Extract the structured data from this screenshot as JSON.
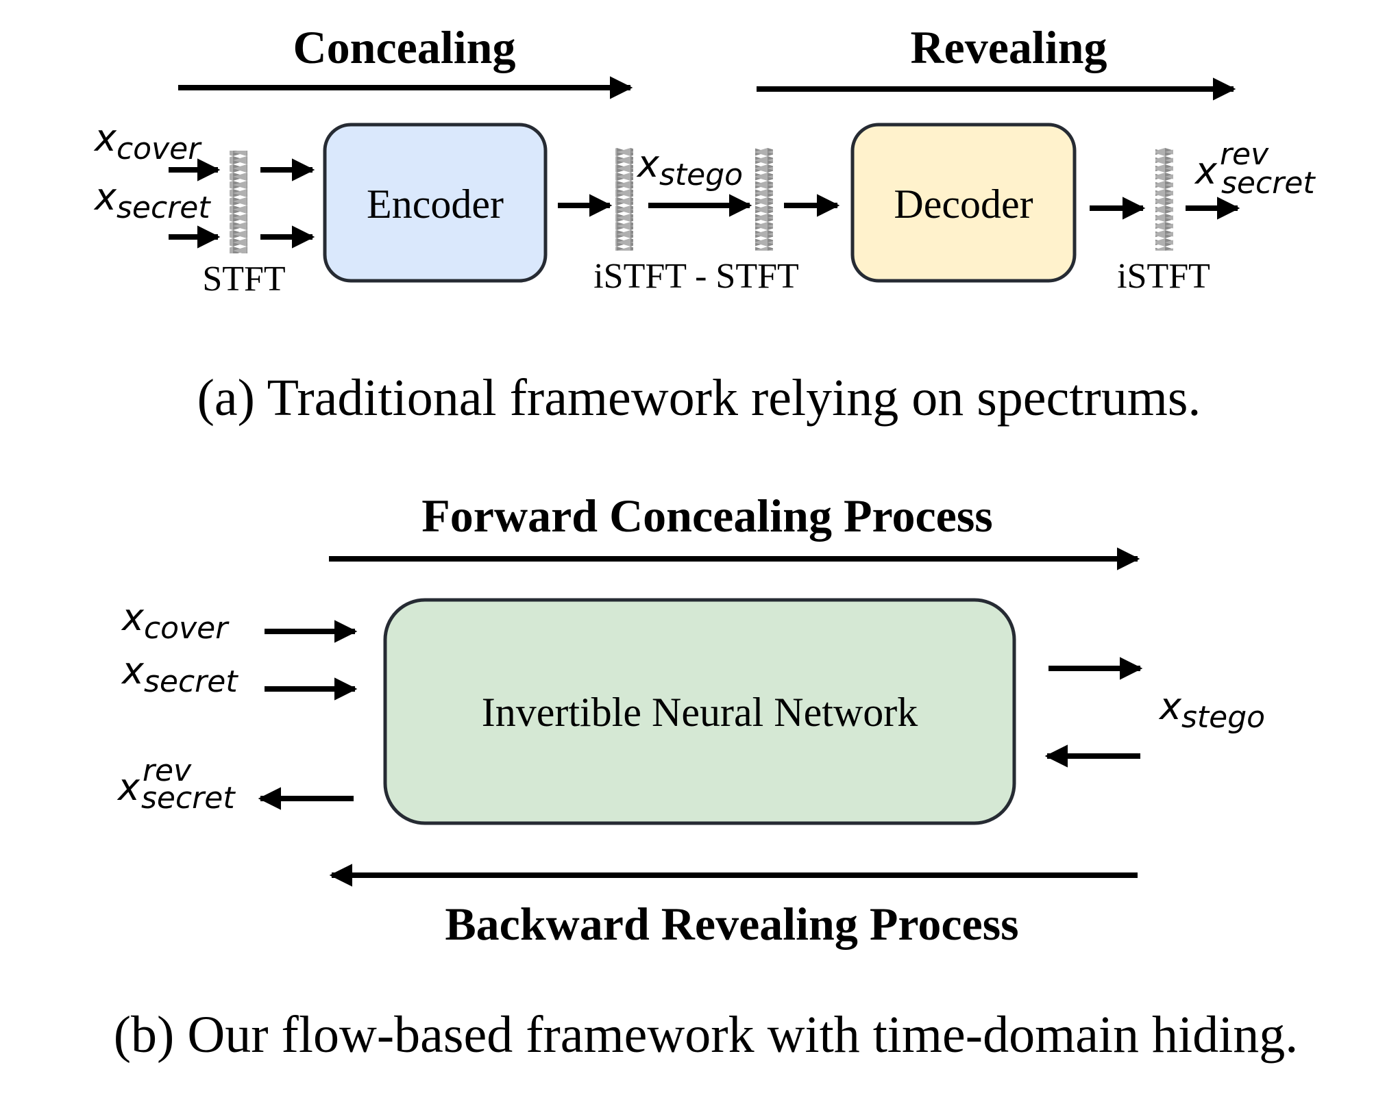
{
  "panel_a": {
    "concealing_label": "Concealing",
    "revealing_label": "Revealing",
    "input_cover": {
      "base": "x",
      "sub": "cover"
    },
    "input_secret": {
      "base": "x",
      "sub": "secret"
    },
    "stft_label": "STFT",
    "encoder_label": "Encoder",
    "stego": {
      "base": "x",
      "sub": "stego"
    },
    "istft_stft_label": "iSTFT - STFT",
    "decoder_label": "Decoder",
    "istft_label": "iSTFT",
    "output_revealed": {
      "base": "x",
      "sup": "rev",
      "sub": "secret"
    },
    "caption": "(a) Traditional framework relying on spectrums."
  },
  "panel_b": {
    "forward_label": "Forward Concealing Process",
    "backward_label": "Backward Revealing Process",
    "input_cover": {
      "base": "x",
      "sub": "cover"
    },
    "input_secret": {
      "base": "x",
      "sub": "secret"
    },
    "output_revealed": {
      "base": "x",
      "sup": "rev",
      "sub": "secret"
    },
    "network_label": "Invertible Neural Network",
    "stego": {
      "base": "x",
      "sub": "stego"
    },
    "caption": "(b) Our flow-based framework with time-domain hiding."
  },
  "colors": {
    "encoder_fill": "#dae8fc",
    "decoder_fill": "#fff2cc",
    "inn_fill": "#d5e8d4",
    "box_stroke": "#262b33",
    "transform_gray": "#808080"
  }
}
